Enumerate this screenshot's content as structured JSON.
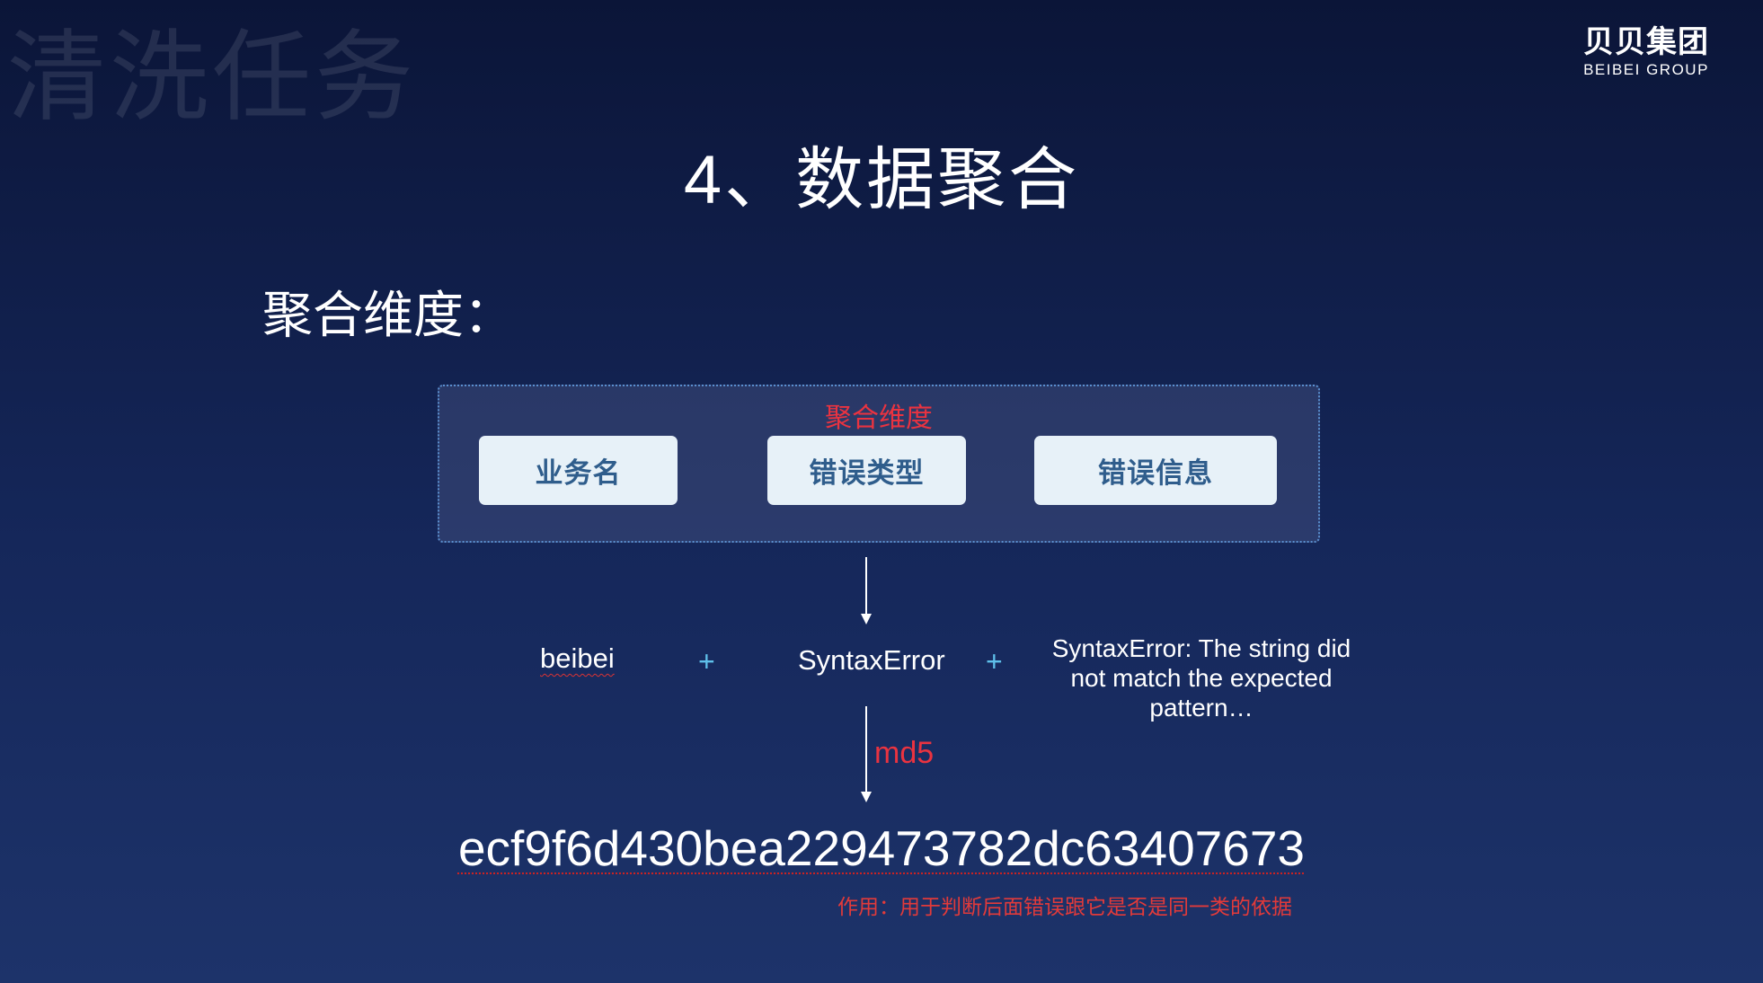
{
  "watermark": "清洗任务",
  "logo": {
    "cn": "贝贝集团",
    "en": "BEIBEI GROUP"
  },
  "page_title": "4、数据聚合",
  "section_title": "聚合维度：",
  "dimension_box": {
    "label": "聚合维度",
    "chips": [
      "业务名",
      "错误类型",
      "错误信息"
    ]
  },
  "values": {
    "business": "beibei",
    "plus1": "+",
    "error_type": "SyntaxError",
    "plus2": "+",
    "error_message": "SyntaxError: The string did not match the expected pattern…"
  },
  "md5_label": "md5",
  "hash": "ecf9f6d430bea229473782dc63407673",
  "note": "作用：用于判断后面错误跟它是否是同一类的依据",
  "colors": {
    "accent_red": "#ea3340",
    "plus_blue": "#5fc0ea",
    "chip_bg": "#e7f1f8",
    "chip_text": "#2f5d8c"
  }
}
